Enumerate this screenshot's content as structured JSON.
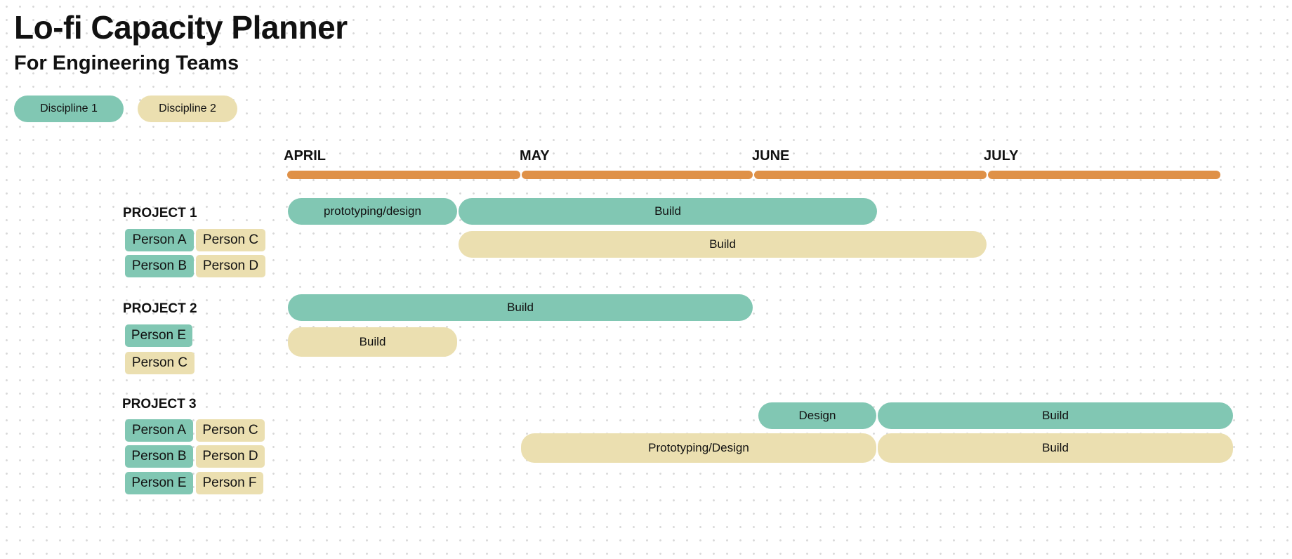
{
  "header": {
    "title": "Lo-fi Capacity Planner",
    "subtitle": "For Engineering Teams"
  },
  "legend": {
    "discipline_1": "Discipline 1",
    "discipline_2": "Discipline 2"
  },
  "colors": {
    "discipline_1": "#81c7b3",
    "discipline_2": "#ebdfb0",
    "timeline": "#df9148"
  },
  "months": [
    "APRIL",
    "MAY",
    "JUNE",
    "JULY"
  ],
  "projects": [
    {
      "name": "PROJECT 1",
      "people": [
        "Person A",
        "Person C",
        "Person B",
        "Person D"
      ],
      "bars": [
        "prototyping/design",
        "Build",
        "Build"
      ]
    },
    {
      "name": "PROJECT 2",
      "people": [
        "Person E",
        "Person C"
      ],
      "bars": [
        "Build",
        "Build"
      ]
    },
    {
      "name": "PROJECT 3",
      "people": [
        "Person A",
        "Person C",
        "Person B",
        "Person D",
        "Person E",
        "Person F"
      ],
      "bars": [
        "Design",
        "Build",
        "Prototyping/Design",
        "Build"
      ]
    }
  ]
}
